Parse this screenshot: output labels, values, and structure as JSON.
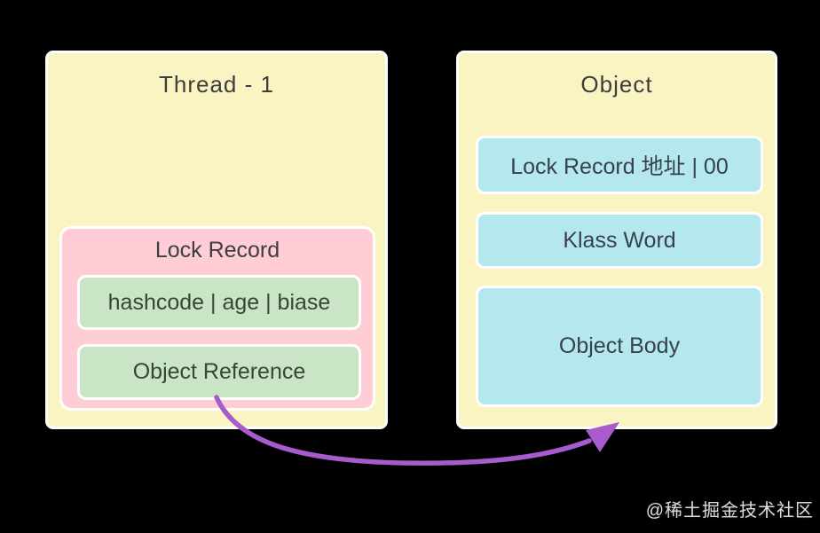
{
  "canvas": {
    "background": "#000000"
  },
  "colors": {
    "panel_bg": "#faf4c3",
    "lock_record_bg": "#ffcdd5",
    "lock_record_row_bg": "#c9e5c5",
    "object_row_bg": "#b5e8ee",
    "border": "#ffffff",
    "text": "#3d3d3d",
    "arrow": "#a75bcd"
  },
  "thread_box": {
    "title": "Thread - 1",
    "lock_record": {
      "title": "Lock Record",
      "rows": [
        {
          "label": "hashcode | age | biase"
        },
        {
          "label": "Object Reference"
        }
      ]
    }
  },
  "object_box": {
    "title": "Object",
    "rows": [
      {
        "label": "Lock Record 地址 | 00"
      },
      {
        "label": "Klass Word"
      },
      {
        "label": "Object Body"
      }
    ]
  },
  "arrow": {
    "from": "object-reference-row",
    "to": "object-box-bottom"
  },
  "watermark": {
    "text": "@稀土掘金技术社区"
  }
}
